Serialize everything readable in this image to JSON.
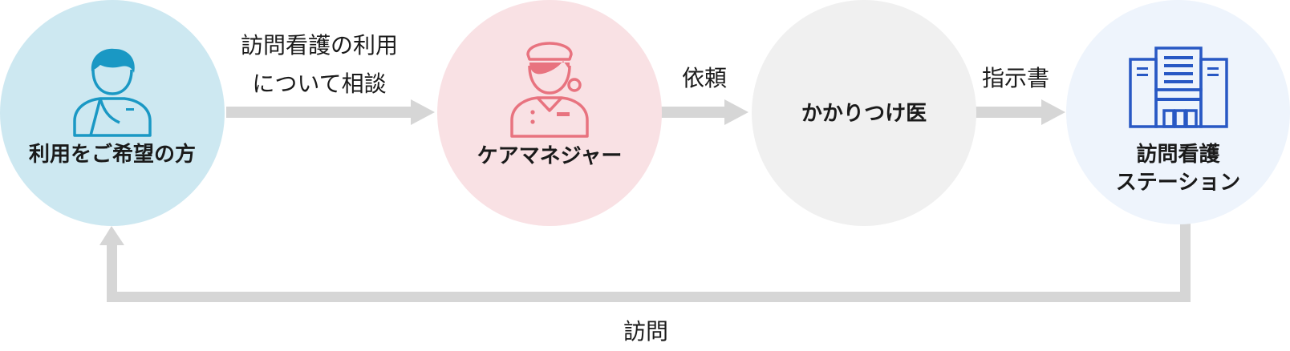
{
  "colors": {
    "user_circle": "#cde8f1",
    "caremanager_circle": "#f9e1e4",
    "doctor_circle": "#f0f0f0",
    "station_circle": "#eef4fc",
    "user_icon": "#1a98c4",
    "nurse_icon": "#e8737f",
    "building_icon": "#2858c4",
    "arrow": "#d6d6d6"
  },
  "nodes": {
    "user": {
      "label": "利用をご希望の方",
      "icon": "person-icon"
    },
    "caremanager": {
      "label": "ケアマネジャー",
      "icon": "nurse-icon"
    },
    "doctor": {
      "label": "かかりつけ医"
    },
    "station": {
      "label": "訪問看護\nステーション",
      "icon": "building-icon"
    }
  },
  "edges": {
    "consult": "訪問看護の利用\nについて相談",
    "request": "依頼",
    "instruction": "指示書",
    "visit": "訪問"
  }
}
